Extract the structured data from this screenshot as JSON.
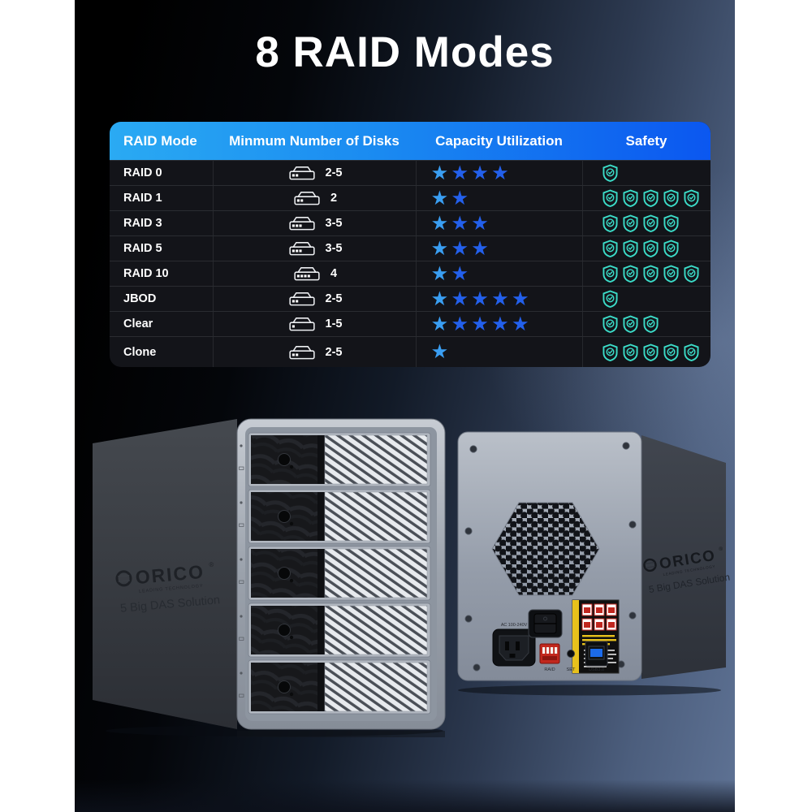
{
  "title": "8 RAID Modes",
  "table": {
    "headers": [
      "RAID Mode",
      "Minmum Number of Disks",
      "Capacity Utilization",
      "Safety"
    ],
    "rows": [
      {
        "mode": "RAID 0",
        "disks": "2-5",
        "disk_squares": 2,
        "stars": 4,
        "shields": 1
      },
      {
        "mode": "RAID 1",
        "disks": "2",
        "disk_squares": 2,
        "stars": 2,
        "shields": 5
      },
      {
        "mode": "RAID 3",
        "disks": "3-5",
        "disk_squares": 3,
        "stars": 3,
        "shields": 4
      },
      {
        "mode": "RAID 5",
        "disks": "3-5",
        "disk_squares": 3,
        "stars": 3,
        "shields": 4
      },
      {
        "mode": "RAID 10",
        "disks": "4",
        "disk_squares": 4,
        "stars": 2,
        "shields": 5
      },
      {
        "mode": "JBOD",
        "disks": "2-5",
        "disk_squares": 2,
        "stars": 5,
        "shields": 1
      },
      {
        "mode": "Clear",
        "disks": "1-5",
        "disk_squares": 1,
        "stars": 5,
        "shields": 3
      },
      {
        "mode": "Clone",
        "disks": "2-5",
        "disk_squares": 2,
        "stars": 1,
        "shields": 5
      }
    ]
  },
  "chart_data": {
    "type": "table",
    "title": "8 RAID Modes",
    "columns": [
      "RAID Mode",
      "Minmum Number of Disks",
      "Capacity Utilization (stars out of 5)",
      "Safety (shields out of 5)"
    ],
    "rows": [
      [
        "RAID 0",
        "2-5",
        4,
        1
      ],
      [
        "RAID 1",
        "2",
        2,
        5
      ],
      [
        "RAID 3",
        "3-5",
        3,
        4
      ],
      [
        "RAID 5",
        "3-5",
        3,
        4
      ],
      [
        "RAID 10",
        "4",
        2,
        5
      ],
      [
        "JBOD",
        "2-5",
        5,
        1
      ],
      [
        "Clear",
        "1-5",
        5,
        3
      ],
      [
        "Clone",
        "2-5",
        1,
        5
      ]
    ],
    "legend_position": "none",
    "grid": true
  },
  "colors": {
    "header_gradient_left": "#2aaaf3",
    "header_gradient_right": "#0b57f0",
    "table_background": "#131419",
    "star_blue": "#2360ec",
    "star_light_blue": "#3a9ef2",
    "shield_teal": "#3bdcc8",
    "title_text": "#ffffff"
  },
  "device": {
    "brand": "ORICO",
    "brand_tagline": "LEADING  TECHNOLOGY",
    "model_text": "5 Big DAS Solution",
    "rear_labels": {
      "power": "AC 100-240V",
      "raid": "RAID",
      "set": "SET",
      "usb": "USB3.0"
    }
  }
}
